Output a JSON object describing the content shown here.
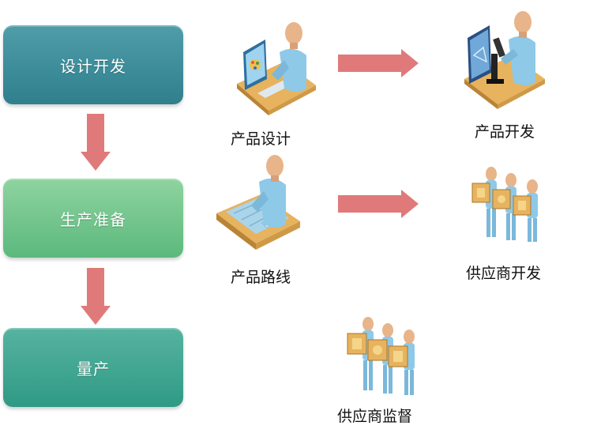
{
  "phases": {
    "design": "设计开发",
    "prep": "生产准备",
    "mass": "量产"
  },
  "activities": {
    "product_design": "产品设计",
    "product_dev": "产品开发",
    "product_route": "产品路线",
    "supplier_dev": "供应商开发",
    "supplier_monitor": "供应商监督"
  },
  "colors": {
    "design_phase": "#3a8f9c",
    "prep_phase": "#72c68c",
    "mass_phase": "#3fa893",
    "arrow": "#e07a7a"
  }
}
